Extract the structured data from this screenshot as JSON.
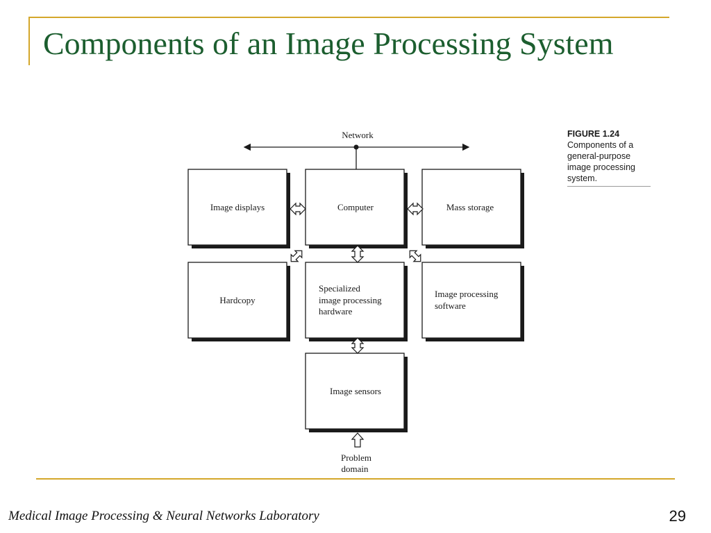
{
  "slide": {
    "title": "Components of an Image Processing System",
    "footer": "Medical Image Processing & Neural Networks Laboratory",
    "page_number": "29"
  },
  "figure": {
    "label": "FIGURE 1.24",
    "caption_lines": [
      "Components of a",
      "general-purpose",
      "image processing",
      "system."
    ]
  },
  "diagram": {
    "network_label": "Network",
    "problem_domain_lines": [
      "Problem",
      "domain"
    ],
    "boxes": {
      "image_displays": [
        "Image displays"
      ],
      "computer": [
        "Computer"
      ],
      "mass_storage": [
        "Mass storage"
      ],
      "hardcopy": [
        "Hardcopy"
      ],
      "specialized_hardware": [
        "Specialized",
        "image processing",
        "hardware"
      ],
      "software": [
        "Image processing",
        "software"
      ],
      "image_sensors": [
        "Image sensors"
      ]
    }
  }
}
